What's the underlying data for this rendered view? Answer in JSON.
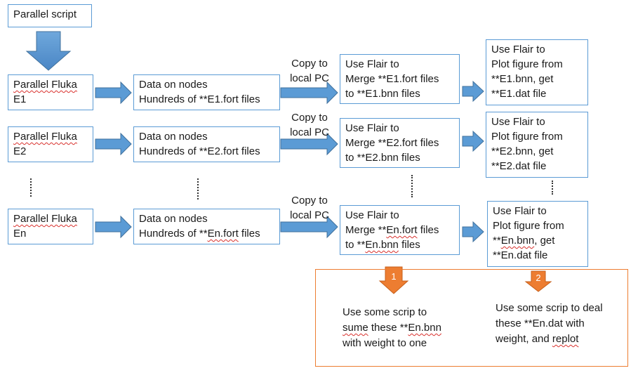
{
  "top": {
    "parallel_script": "Parallel script"
  },
  "rows": [
    {
      "job": [
        "Parallel Fluka",
        "E1"
      ],
      "data": [
        "Data on nodes",
        "Hundreds of **E1.fort files"
      ],
      "copy": [
        "Copy to",
        "local PC"
      ],
      "merge": [
        "Use Flair to",
        "Merge **E1.fort files",
        "to **E1.bnn files"
      ],
      "plot": [
        "Use Flair to",
        "Plot figure from",
        "**E1.bnn, get",
        "**E1.dat file"
      ]
    },
    {
      "job": [
        "Parallel Fluka",
        "E2"
      ],
      "data": [
        "Data on nodes",
        "Hundreds of **E2.fort files"
      ],
      "copy": [
        "Copy to",
        "local PC"
      ],
      "merge": [
        "Use Flair to",
        "Merge **E2.fort files",
        "to **E2.bnn files"
      ],
      "plot": [
        "Use Flair to",
        "Plot figure from",
        "**E2.bnn, get",
        "**E2.dat file"
      ]
    },
    {
      "job": [
        "Parallel Fluka",
        "En"
      ],
      "data": [
        "Data on nodes",
        "Hundreds of **",
        "En.fort",
        " files"
      ],
      "copy": [
        "Copy to",
        "local PC"
      ],
      "merge": [
        "Use Flair to",
        "Merge **",
        "En.fort",
        " files",
        "to **",
        "En.bnn",
        " files"
      ],
      "plot": [
        "Use Flair to",
        "Plot figure from",
        "**",
        "En.bnn",
        ", get",
        "**En.dat file"
      ]
    }
  ],
  "summary": {
    "step1": {
      "badge": "1",
      "lines": [
        "Use some scrip to",
        "sume",
        " these **",
        "En.bnn",
        "with weight to one"
      ]
    },
    "step2": {
      "badge": "2",
      "lines": [
        "Use some scrip to deal",
        "these **En.dat with",
        "weight, and ",
        "replot"
      ]
    }
  },
  "colors": {
    "box_border": "#5b9bd5",
    "arrow_fill": "#5b9bd5",
    "summary_border": "#ed7d31",
    "badge_fill": "#ed7d31",
    "spellcheck": "#d9302c"
  }
}
